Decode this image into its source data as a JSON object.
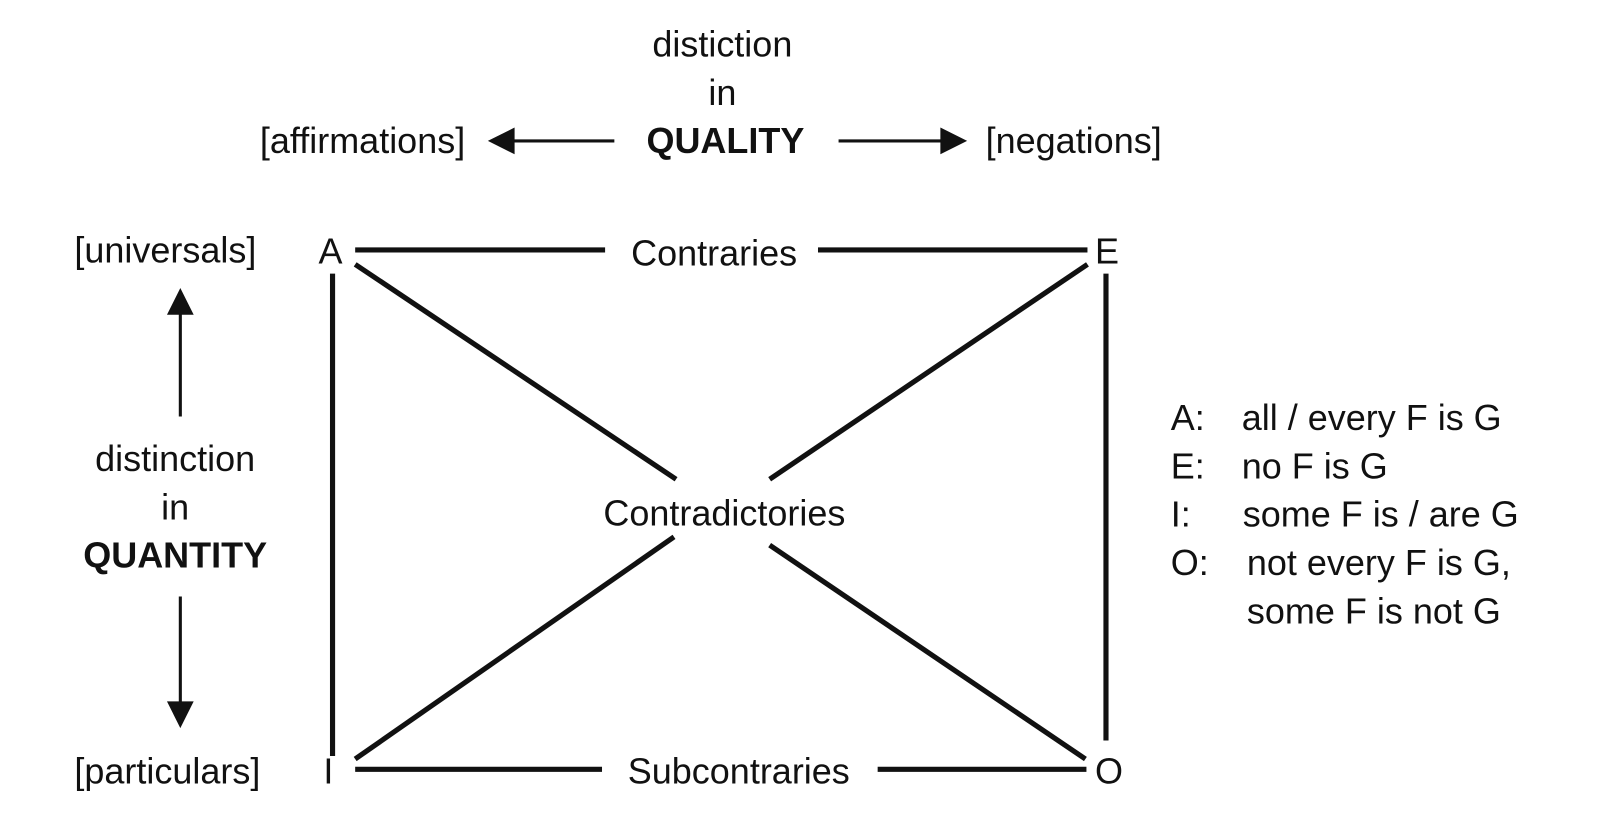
{
  "quality": {
    "line1": "distiction",
    "line2": "in",
    "line3": "QUALITY",
    "left": "[affirmations]",
    "right": "[negations]"
  },
  "quantity": {
    "line1": "distinction",
    "line2": "in",
    "line3": "QUANTITY",
    "top": "[universals]",
    "bottom": "[particulars]"
  },
  "corners": {
    "a": "A",
    "e": "E",
    "i": "I",
    "o": "O"
  },
  "relations": {
    "top": "Contraries",
    "center": "Contradictories",
    "bottom": "Subcontraries"
  },
  "legend": [
    {
      "key": "A:",
      "text": "all / every F is G"
    },
    {
      "key": "E:",
      "text": "no F is G"
    },
    {
      "key": "I:",
      "text": "some F is / are G"
    },
    {
      "key": "O:",
      "text": "not every F is G,",
      "text2": "some F is not G"
    }
  ]
}
